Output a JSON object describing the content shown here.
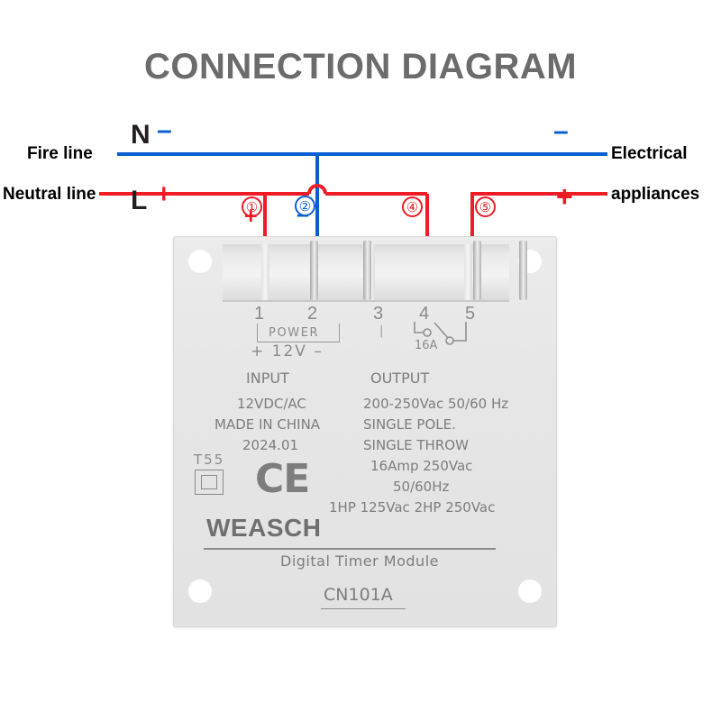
{
  "title": "CONNECTION DIAGRAM",
  "wiring": {
    "fire_line_label": "Fire line",
    "neutral_line_label": "Neutral line",
    "electrical_label": "Electrical",
    "appliances_label": "appliances",
    "pole_n": "N",
    "pole_l": "L",
    "sign_minus": "–",
    "sign_plus": "+",
    "callouts": [
      {
        "number": "①",
        "color": "#ef1c25",
        "terminal": "1"
      },
      {
        "number": "②",
        "color": "#0a5fd0",
        "terminal": "2"
      },
      {
        "number": "④",
        "color": "#ef1c25",
        "terminal": "4"
      },
      {
        "number": "⑤",
        "color": "#ef1c25",
        "terminal": "5"
      }
    ],
    "live_color": "#ef1c25",
    "neutral_color": "#0a5fd0"
  },
  "module": {
    "terminal_numbers": [
      "1",
      "2",
      "3",
      "4",
      "5"
    ],
    "power_label": "POWER",
    "voltage_label": "+  12V  –",
    "terminal3_tick": "|",
    "relay_rating": "16A",
    "input_heading": "INPUT",
    "output_heading": "OUTPUT",
    "input_lines": [
      "12VDC/AC",
      "MADE IN CHINA",
      "2024.01"
    ],
    "output_lines": [
      "200-250Vac  50/60 Hz",
      "SINGLE   POLE.",
      "SINGLE   THROW",
      "16Amp   250Vac",
      "50/60Hz",
      "1HP   125Vac    2HP   250Vac"
    ],
    "temp_code": "T55",
    "ce_mark": "CE",
    "brand": "WEASCH",
    "subtitle": "Digital   Timer   Module",
    "model": "CN101A"
  }
}
